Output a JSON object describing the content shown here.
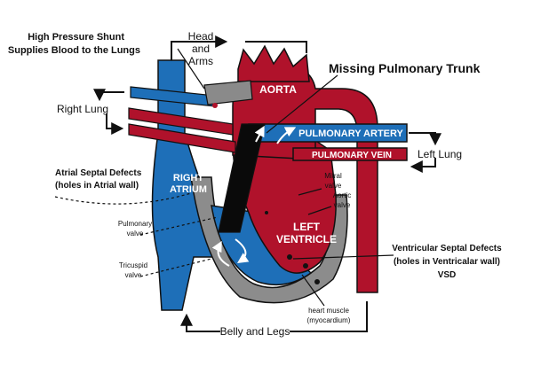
{
  "labels": {
    "head_arms": [
      "Head",
      "and",
      "Arms"
    ],
    "aorta": "AORTA",
    "missing_trunk": "Missing Pulmonary Trunk",
    "shunt": [
      "High Pressure Shunt",
      "Supplies Blood to the Lungs"
    ],
    "right_lung": "Right Lung",
    "left_lung": "Left Lung",
    "pulmonary_artery": "PULMONARY ARTERY",
    "pulmonary_vein": "PULMONARY VEIN",
    "right_atrium": [
      "RIGHT",
      "ATRIUM"
    ],
    "left_ventricle": [
      "LEFT",
      "VENTRICLE"
    ],
    "asd": [
      "Atrial Septal Defects",
      "(holes in Atrial wall)"
    ],
    "pulmonary_valve": [
      "Pulmonary",
      "valve"
    ],
    "tricuspid_valve": [
      "Tricuspid",
      "valve"
    ],
    "mitral_valve": [
      "Mitral",
      "valve"
    ],
    "aortic_valve": [
      "Aortic",
      "valve"
    ],
    "vsd": [
      "Ventricular Septal Defects",
      "(holes in Ventricalar wall)",
      "VSD"
    ],
    "heart_muscle": [
      "heart muscle",
      "(myocardium)"
    ],
    "belly_legs": "Belly and Legs"
  },
  "colors": {
    "oxygen_poor": "#1e6fb8",
    "oxygen_rich": "#b0122b",
    "myocardium": "#8c8c8c",
    "shunt": "#8a8a8a",
    "trunk": "#0a0a0a",
    "outline": "#111111"
  }
}
